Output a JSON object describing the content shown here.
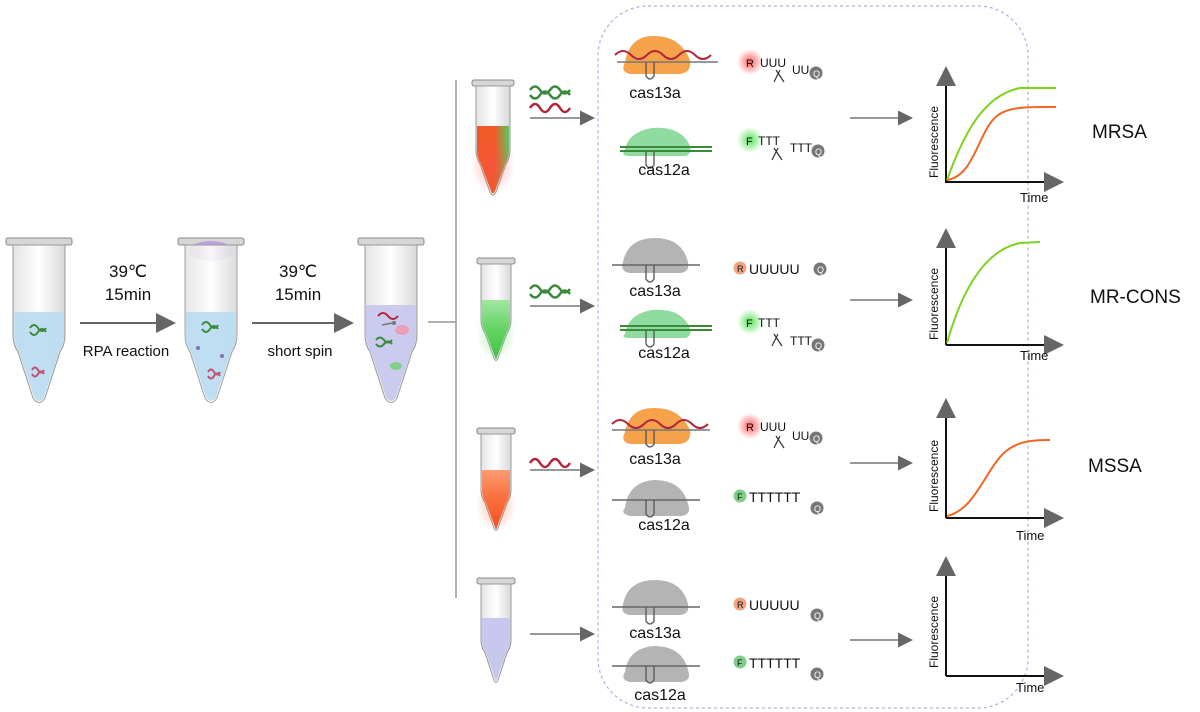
{
  "steps": {
    "step1": {
      "temp": "39℃",
      "time": "15min",
      "label": "RPA reaction"
    },
    "step2": {
      "temp": "39℃",
      "time": "15min",
      "label": "short spin"
    }
  },
  "enzymes": {
    "cas13a": "cas13a",
    "cas12a": "cas12a"
  },
  "reporters": {
    "rna_cleaved_left": "UUU",
    "rna_cleaved_right": "UU",
    "rna_intact": "UUUUU",
    "dna_cleaved_left": "TTT",
    "dna_cleaved_right": "TTT",
    "dna_intact": "TTTTTT",
    "rna_fluor": "R",
    "dna_fluor": "F",
    "quencher": "Q"
  },
  "plot": {
    "ylabel": "Fluorescence",
    "xlabel": "Time"
  },
  "rows": [
    {
      "result": "MRSA",
      "cas13a_active": true,
      "cas12a_active": true,
      "curves": [
        "green",
        "orange"
      ]
    },
    {
      "result": "MR-CONS",
      "cas13a_active": false,
      "cas12a_active": true,
      "curves": [
        "green"
      ]
    },
    {
      "result": "MSSA",
      "cas13a_active": true,
      "cas12a_active": false,
      "curves": [
        "orange"
      ]
    },
    {
      "result": "",
      "cas13a_active": false,
      "cas12a_active": false,
      "curves": []
    }
  ],
  "colors": {
    "cas13a_active": "#f5a24a",
    "cas12a_active": "#8fdba0",
    "enzyme_inactive": "#b4b4b4",
    "rna_strand": "#b3263a",
    "dna_strand": "#3a8a3a",
    "curve_green": "#7ed321",
    "curve_orange": "#f26522",
    "tube_liquid": "#bcdcf0",
    "tube_lavender": "#c8c8ee"
  }
}
